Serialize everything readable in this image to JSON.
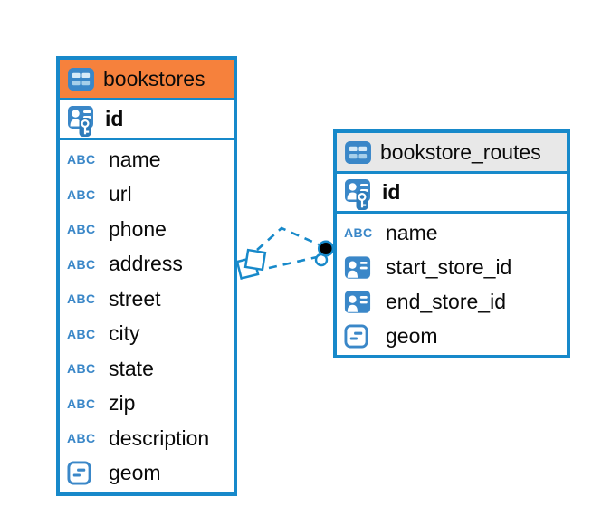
{
  "colors": {
    "accent_blue": "#1789CA",
    "icon_blue": "#3A87C8",
    "header_orange": "#F6813C",
    "header_gray": "#E8E8E8",
    "text_black": "#0A0A0A"
  },
  "icons": {
    "abc_label": "ABC"
  },
  "tables": [
    {
      "name": "bookstores",
      "header_style": "orange",
      "primary_key": {
        "name": "id"
      },
      "columns": [
        {
          "name": "name",
          "type": "text"
        },
        {
          "name": "url",
          "type": "text"
        },
        {
          "name": "phone",
          "type": "text"
        },
        {
          "name": "address",
          "type": "text"
        },
        {
          "name": "street",
          "type": "text"
        },
        {
          "name": "city",
          "type": "text"
        },
        {
          "name": "state",
          "type": "text"
        },
        {
          "name": "zip",
          "type": "text"
        },
        {
          "name": "description",
          "type": "text"
        },
        {
          "name": "geom",
          "type": "geometry"
        }
      ]
    },
    {
      "name": "bookstore_routes",
      "header_style": "gray",
      "primary_key": {
        "name": "id"
      },
      "columns": [
        {
          "name": "name",
          "type": "text"
        },
        {
          "name": "start_store_id",
          "type": "reference"
        },
        {
          "name": "end_store_id",
          "type": "reference"
        },
        {
          "name": "geom",
          "type": "geometry"
        }
      ]
    }
  ],
  "relationship": {
    "from_table": "bookstores",
    "to_table": "bookstore_routes",
    "line_style": "dashed",
    "line_count": 2
  }
}
